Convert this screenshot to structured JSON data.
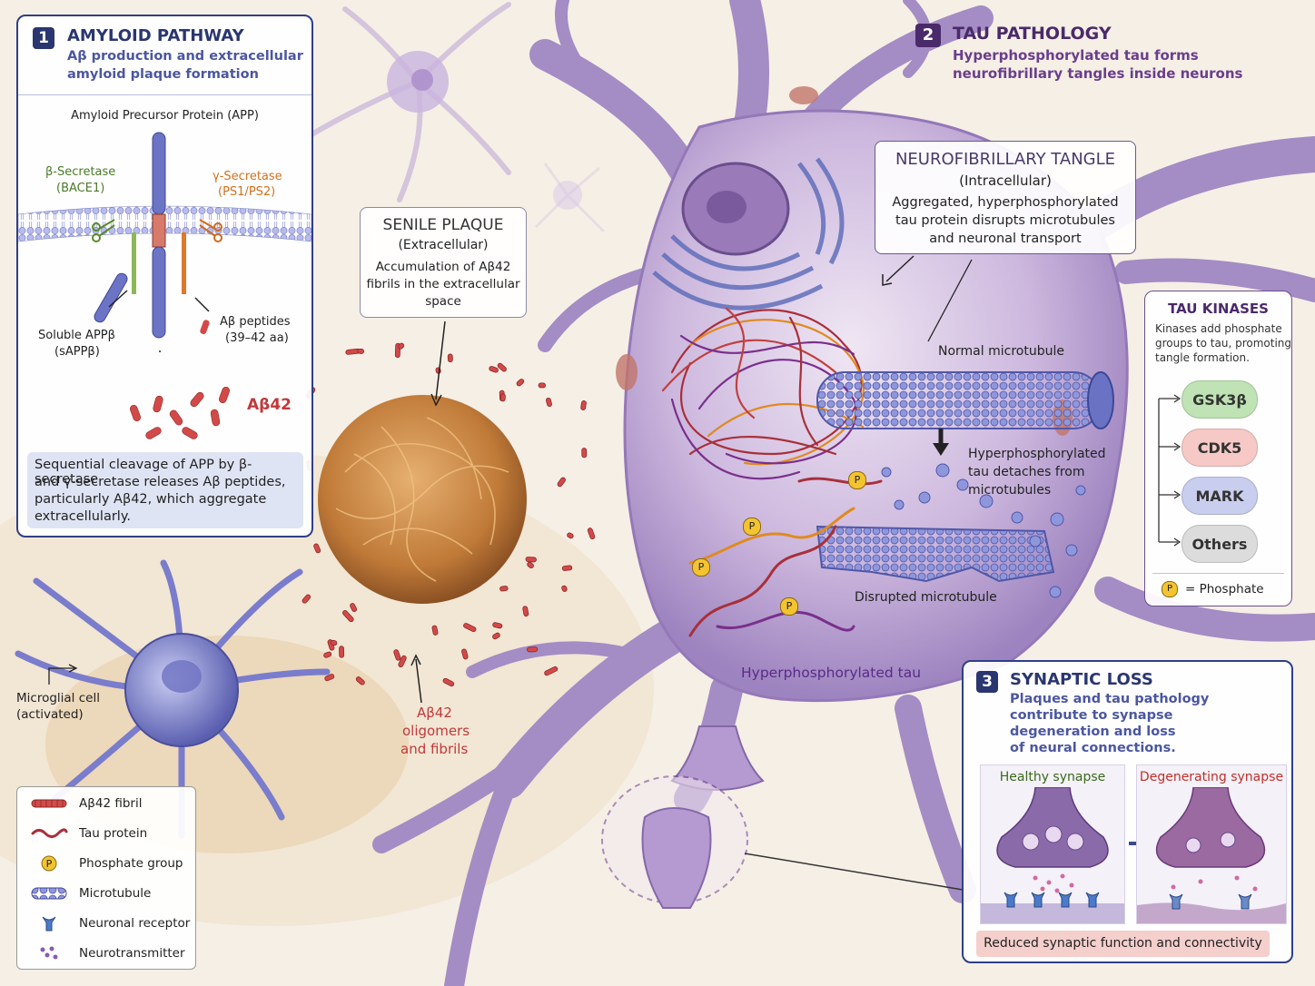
{
  "amyloid": {
    "number": "1",
    "title": "AMYLOID PATHWAY",
    "subtitle_1": "Aβ production and extracellular",
    "subtitle_2": "amyloid plaque formation",
    "app_label": "Amyloid Precursor Protein (APP)",
    "beta_secretase_1": "β-Secretase",
    "beta_secretase_2": "(BACE1)",
    "gamma_secretase_1": "γ-Secretase",
    "gamma_secretase_2": "(PS1/PS2)",
    "soluble_1": "Soluble APPβ",
    "soluble_2": "(sAPPβ)",
    "peptides_1": "Aβ peptides",
    "peptides_2": "(39–42 aa)",
    "ab42": "Aβ42",
    "desc_1": "Sequential cleavage of APP by β-secretase",
    "desc_2": "and γ-secretase releases Aβ peptides,",
    "desc_3": "particularly Aβ42, which aggregate",
    "desc_4": "extracellularly."
  },
  "plaque": {
    "title": "SENILE PLAQUE",
    "sub": "(Extracellular)",
    "desc_1": "Accumulation of Aβ42",
    "desc_2": "fibrils in the extracellular",
    "desc_3": "space",
    "oligo_1": "Aβ42",
    "oligo_2": "oligomers",
    "oligo_3": "and fibrils"
  },
  "microglia": {
    "label_1": "Microglial cell",
    "label_2": "(activated)"
  },
  "tau": {
    "number": "2",
    "title": "TAU PATHOLOGY",
    "subtitle_1": "Hyperphosphorylated tau forms",
    "subtitle_2": "neurofibrillary tangles inside neurons",
    "nft_title": "NEUROFIBRILLARY TANGLE",
    "nft_sub": "(Intracellular)",
    "nft_desc_1": "Aggregated, hyperphosphorylated",
    "nft_desc_2": "tau protein disrupts microtubules",
    "nft_desc_3": "and neuronal transport",
    "normal_mt": "Normal microtubule",
    "detach_1": "Hyperphosphorylated",
    "detach_2": "tau detaches from",
    "detach_3": "microtubules",
    "disrupted_mt": "Disrupted microtubule",
    "hp_tau": "Hyperphosphorylated tau",
    "p": "P"
  },
  "kinases": {
    "title": "TAU KINASES",
    "desc_1": "Kinases add phosphate",
    "desc_2": "groups to tau, promoting",
    "desc_3": "tangle formation.",
    "items": [
      "GSK3β",
      "CDK5",
      "MARK",
      "Others"
    ],
    "colors": [
      "#bfe3b4",
      "#f6c9c6",
      "#c9cdee",
      "#dcdcdc"
    ],
    "phosphate_p": "P",
    "phosphate_label": "= Phosphate"
  },
  "synaptic": {
    "number": "3",
    "title": "SYNAPTIC LOSS",
    "desc_1": "Plaques and tau pathology",
    "desc_2": "contribute to synapse",
    "desc_3": "degeneration and loss",
    "desc_4": "of neural connections.",
    "healthy": "Healthy synapse",
    "degenerating": "Degenerating synapse",
    "footer": "Reduced synaptic function and connectivity"
  },
  "legend": {
    "items": [
      "Aβ42 fibril",
      "Tau protein",
      "Phosphate group",
      "Microtubule",
      "Neuronal receptor",
      "Neurotransmitter"
    ],
    "p": "P"
  },
  "colors": {
    "navy": "#2a3670",
    "neuron": "#a48cc4",
    "plaque": "#c08040",
    "amyloid_red": "#d24a48",
    "tau_red": "#a8303a",
    "tau_orange": "#e08a20"
  }
}
